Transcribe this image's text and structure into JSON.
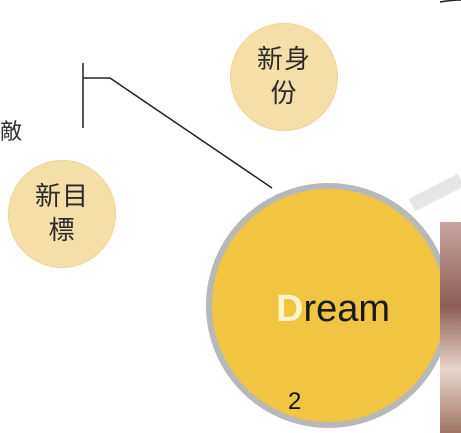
{
  "bubbles": [
    {
      "text": "新身份"
    },
    {
      "text": "新目標"
    }
  ],
  "side_char": "敵",
  "center": {
    "first_letter": "D",
    "rest": "ream",
    "number": "2"
  },
  "colors": {
    "bubble": "#f4dfa8",
    "center": "#f1c441",
    "ring": "#b8b8b8",
    "accent_letter": "#fff5c8"
  }
}
